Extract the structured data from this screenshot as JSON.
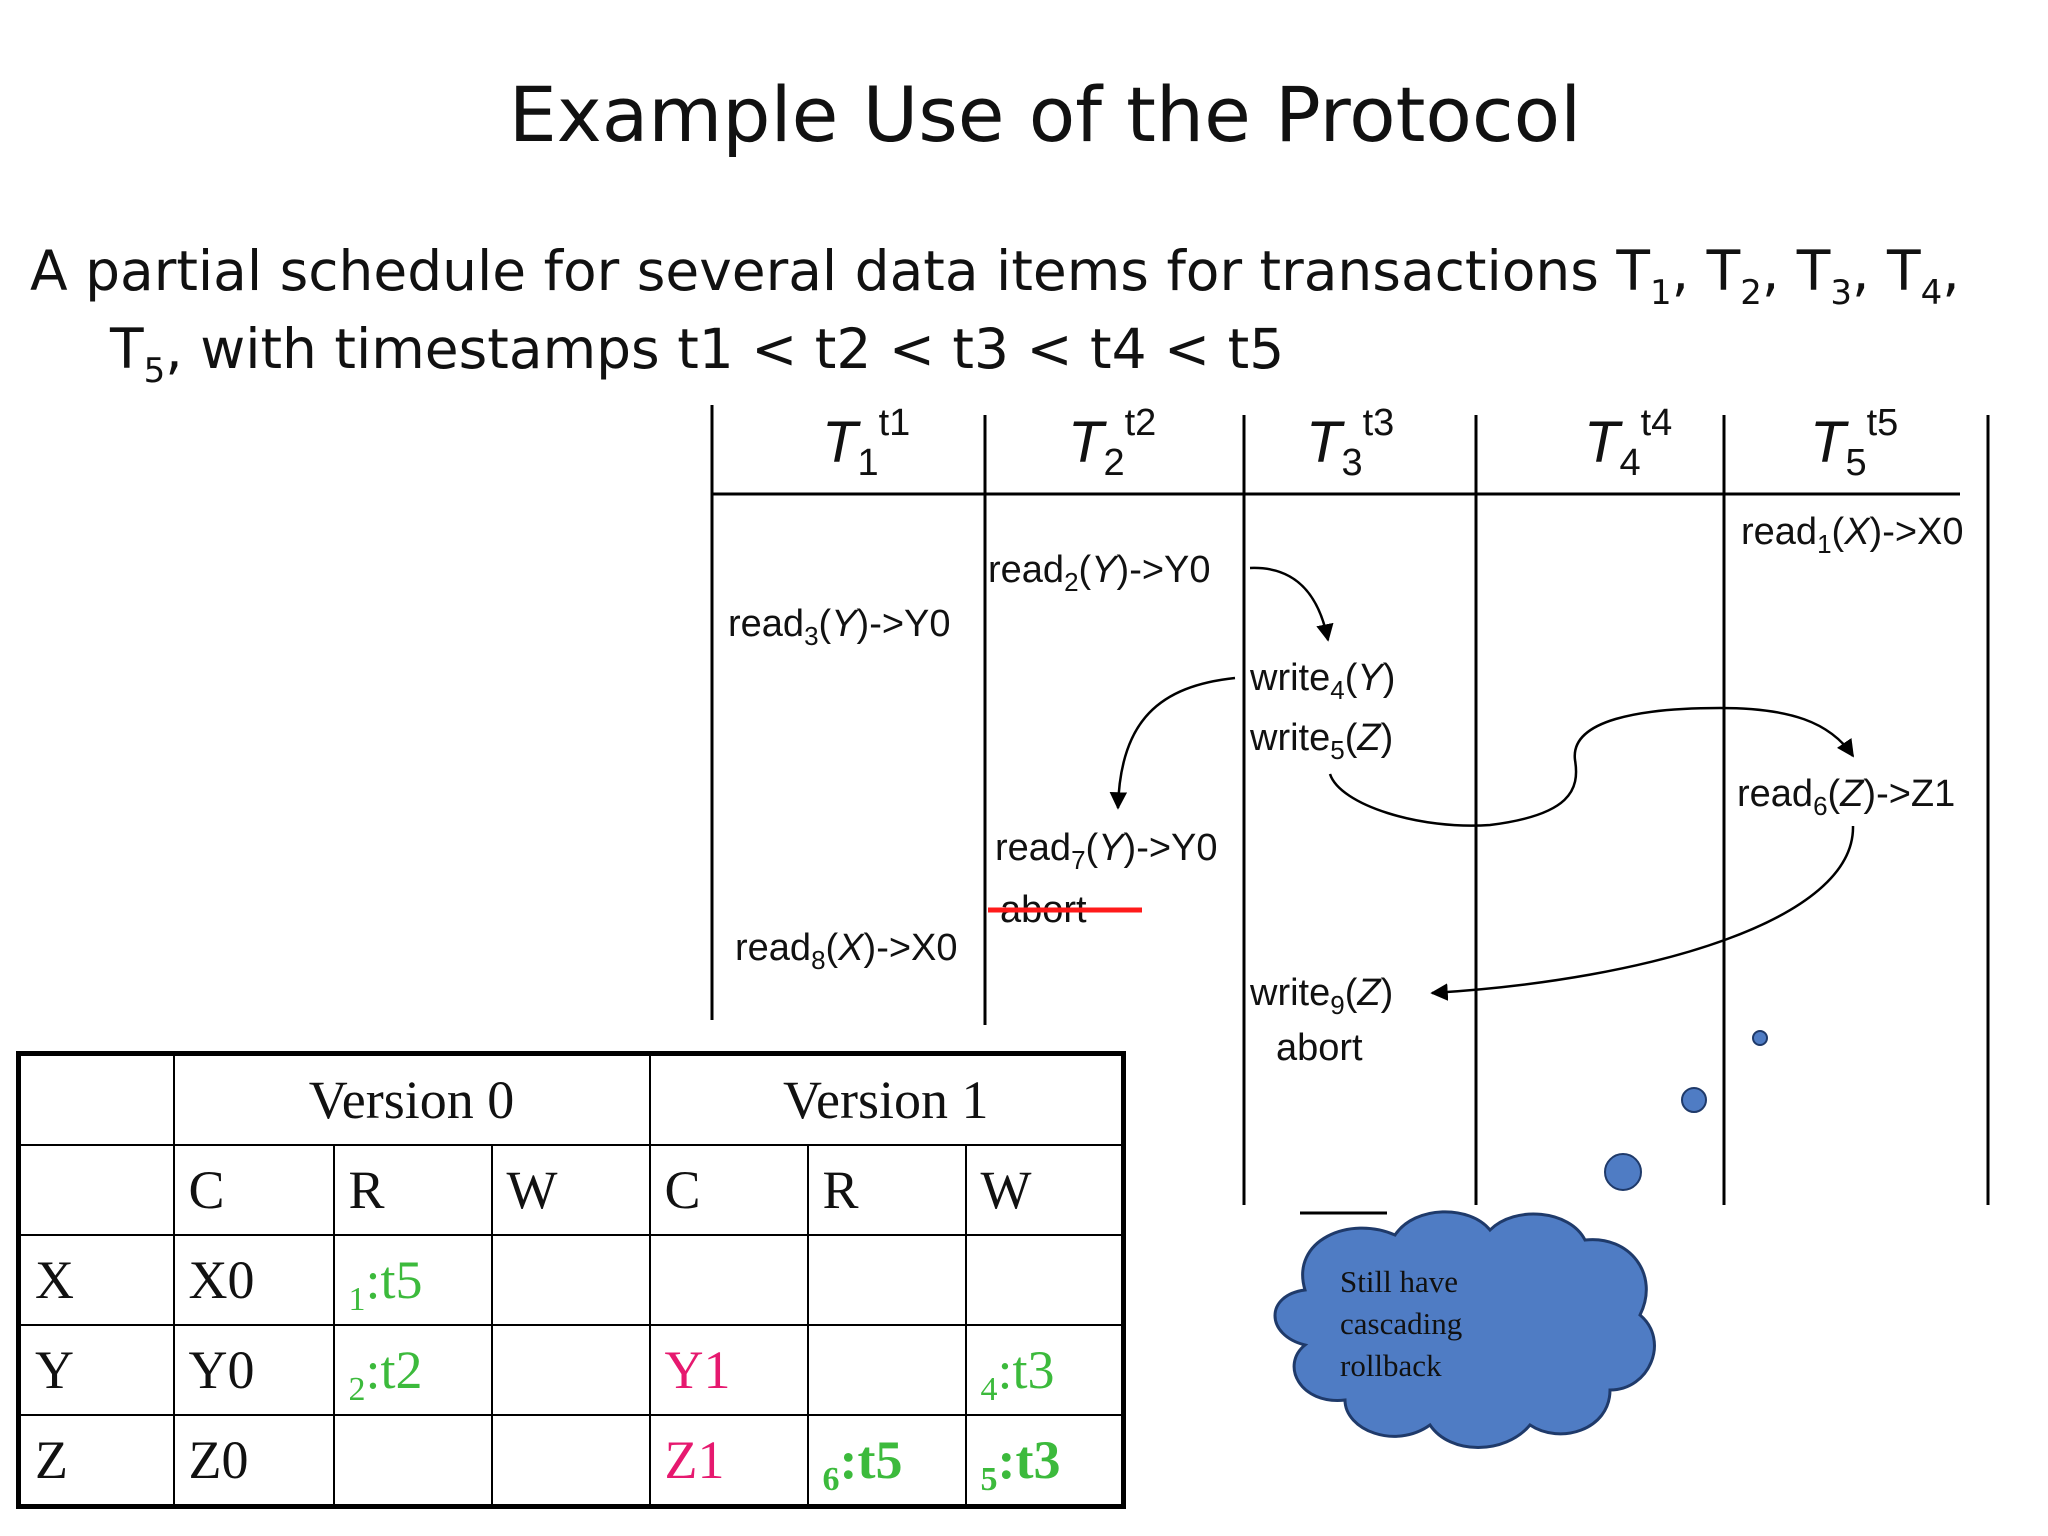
{
  "title": "Example Use of the Protocol",
  "subtitle": {
    "line1_prefix": "A partial schedule for several data items for transactions T",
    "line1_subs": [
      "1",
      "2",
      "3",
      "4"
    ],
    "line2_t": "T",
    "line2_sub": "5",
    "line2_rest": ", with timestamps t1 < t2 < t3 < t4 < t5"
  },
  "schedule": {
    "headers": [
      {
        "name": "T",
        "sub": "1",
        "ts": "t1"
      },
      {
        "name": "T",
        "sub": "2",
        "ts": "t2"
      },
      {
        "name": "T",
        "sub": "3",
        "ts": "t3"
      },
      {
        "name": "T",
        "sub": "4",
        "ts": "t4"
      },
      {
        "name": "T",
        "sub": "5",
        "ts": "t5"
      }
    ],
    "operations": [
      {
        "op": "read",
        "n": "1",
        "item": "X",
        "result": "->X0"
      },
      {
        "op": "read",
        "n": "2",
        "item": "Y",
        "result": "->Y0"
      },
      {
        "op": "read",
        "n": "3",
        "item": "Y",
        "result": "->Y0"
      },
      {
        "op": "write",
        "n": "4",
        "item": "Y",
        "result": ""
      },
      {
        "op": "write",
        "n": "5",
        "item": "Z",
        "result": ""
      },
      {
        "op": "read",
        "n": "6",
        "item": "Z",
        "result": "->Z1"
      },
      {
        "op": "read",
        "n": "7",
        "item": "Y",
        "result": "->Y0"
      },
      {
        "op": "read",
        "n": "8",
        "item": "X",
        "result": "->X0"
      },
      {
        "op": "write",
        "n": "9",
        "item": "Z",
        "result": ""
      }
    ],
    "abort_struck": "abort",
    "abort_t3": "abort"
  },
  "cloud": {
    "lines": [
      "Still have",
      "cascading",
      "rollback"
    ],
    "fill": "#4f7cc4"
  },
  "versions_table": {
    "version0": "Version 0",
    "version1": "Version 1",
    "cols": [
      "C",
      "R",
      "W",
      "C",
      "R",
      "W"
    ],
    "rows": [
      {
        "item": "X",
        "c0": "X0",
        "r0_sub": "1",
        "r0": ":t5",
        "w0": "",
        "c1": "",
        "r1_sub": "",
        "r1": "",
        "w1_sub": "",
        "w1": ""
      },
      {
        "item": "Y",
        "c0": "Y0",
        "r0_sub": "2",
        "r0": ":t2",
        "w0": "",
        "c1": "Y1",
        "r1_sub": "",
        "r1": "",
        "w1_sub": "4",
        "w1": ":t3"
      },
      {
        "item": "Z",
        "c0": "Z0",
        "r0_sub": "",
        "r0": "",
        "w0": "",
        "c1": "Z1",
        "r1_sub": "6",
        "r1": ":t5",
        "w1_sub": "5",
        "w1": ":t3"
      }
    ]
  },
  "colors": {
    "new_version": "#e6196f",
    "timestamp": "#3cba3c",
    "strike": "#ff1a1a"
  }
}
